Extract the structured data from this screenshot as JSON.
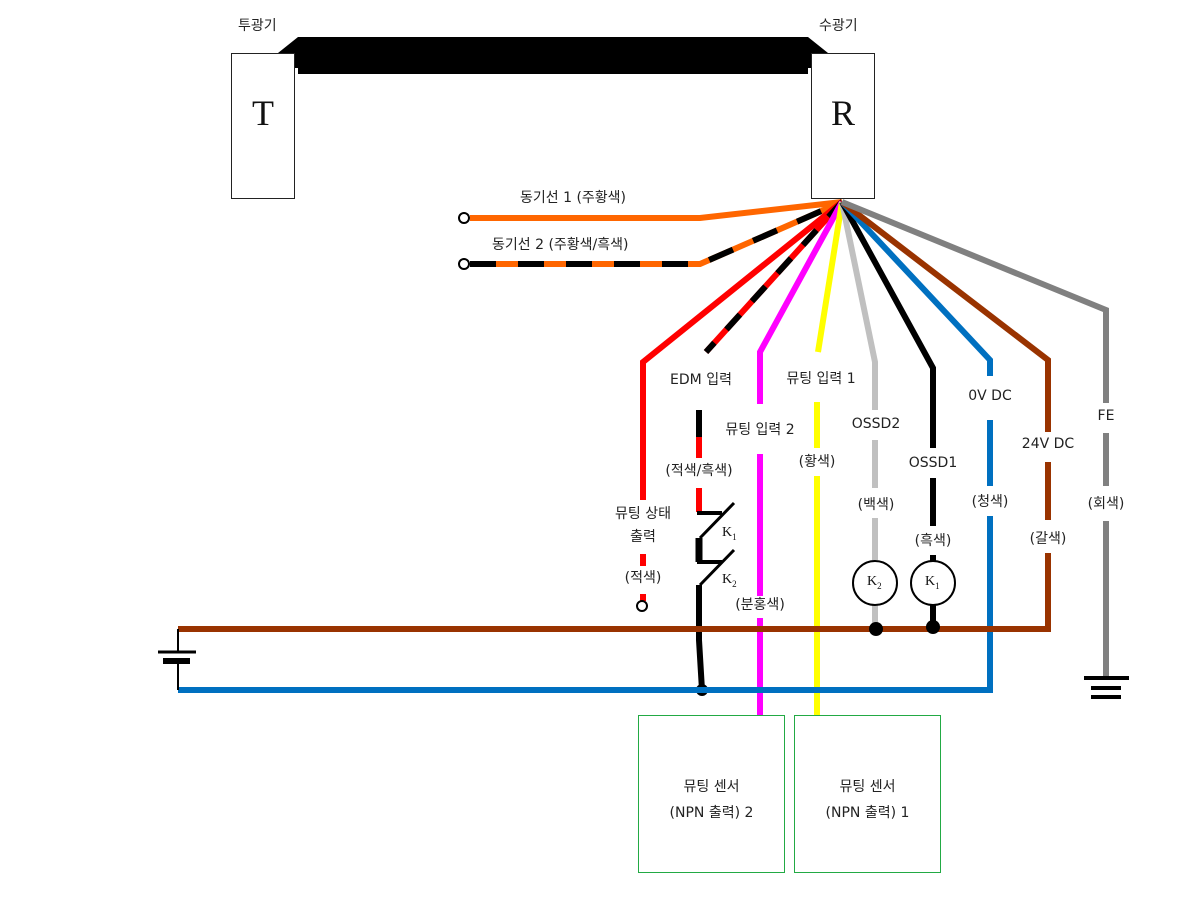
{
  "units": {
    "transmitter": {
      "label": "투광기",
      "letter": "T"
    },
    "receiver": {
      "label": "수광기",
      "letter": "R"
    }
  },
  "wires": {
    "sync1": {
      "label": "동기선 1 (주황색)",
      "color": "#ff6600"
    },
    "sync2": {
      "label": "동기선 2 (주황색/흑색)",
      "color": "#ff6600",
      "stripe": "#000000"
    },
    "muting_status": {
      "label_line1": "뮤팅 상태",
      "label_line2": "출력",
      "color_label": "(적색)",
      "color": "#ff0000"
    },
    "edm": {
      "label": "EDM 입력",
      "color_label": "(적색/흑색)",
      "color": "#ff0000",
      "stripe": "#000000"
    },
    "muting_input2": {
      "label": "뮤팅 입력 2",
      "color_label": "(분홍색)",
      "color": "#ff00ff"
    },
    "muting_input1": {
      "label": "뮤팅 입력 1",
      "color_label": "(황색)",
      "color": "#ffff00"
    },
    "ossd2": {
      "label": "OSSD2",
      "color_label": "(백색)",
      "color": "#c0c0c0"
    },
    "ossd1": {
      "label": "OSSD1",
      "color_label": "(흑색)",
      "color": "#000000"
    },
    "v0": {
      "label": "0V DC",
      "color_label": "(청색)",
      "color": "#0070c0"
    },
    "v24": {
      "label": "24V DC",
      "color_label": "(갈색)",
      "color": "#993300"
    },
    "fe": {
      "label": "FE",
      "color_label": "(회색)",
      "color": "#808080"
    }
  },
  "relays": {
    "k1": {
      "name": "K",
      "sub": "1"
    },
    "k2": {
      "name": "K",
      "sub": "2"
    }
  },
  "sensors": [
    {
      "line1": "뮤팅 센서",
      "line2": "(NPN 출력) 2"
    },
    {
      "line1": "뮤팅 센서",
      "line2": "(NPN 출력) 1"
    }
  ],
  "sensor_border_color": "#22aa44"
}
